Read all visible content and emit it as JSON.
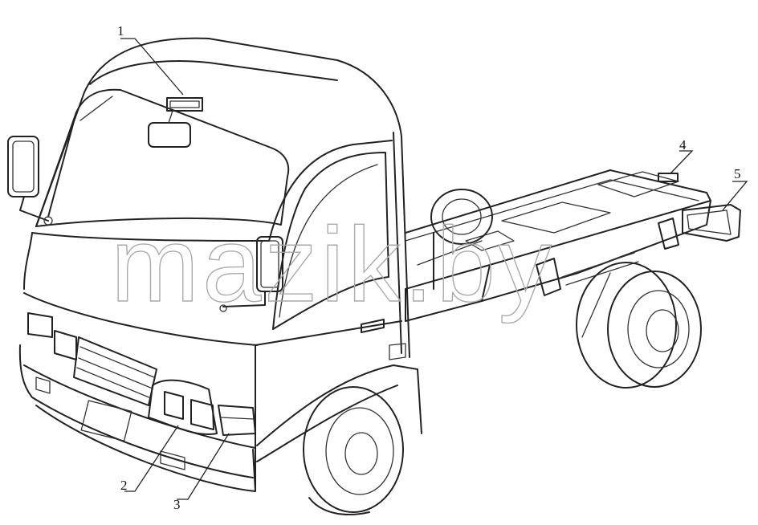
{
  "watermark": "mazik.by",
  "callouts": [
    {
      "id": "1",
      "label": "1"
    },
    {
      "id": "2",
      "label": "2"
    },
    {
      "id": "3",
      "label": "3"
    },
    {
      "id": "4",
      "label": "4"
    },
    {
      "id": "5",
      "label": "5"
    }
  ]
}
